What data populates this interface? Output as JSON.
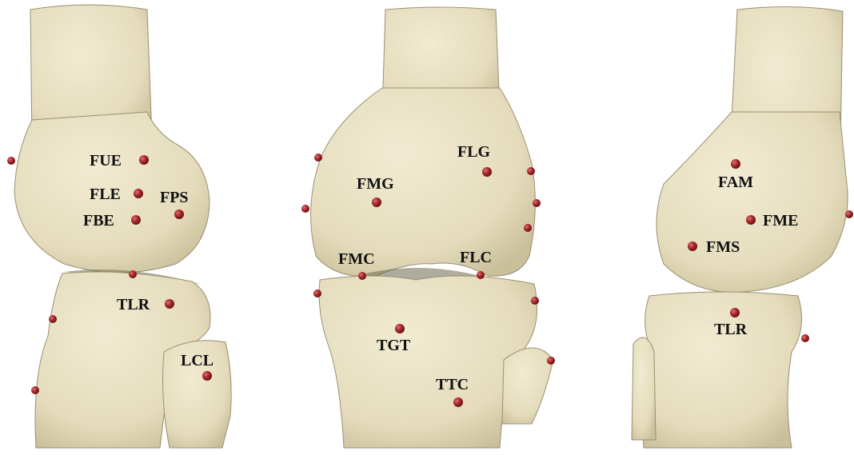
{
  "colors": {
    "bone": "#e9e2c6",
    "bone_shadow": "#c8bf9c",
    "bone_outline": "#8a8165",
    "landmark": "#a3262a",
    "landmark_highlight": "#e07070",
    "text": "#111111"
  },
  "views": {
    "left": {
      "landmarks": [
        "FUE",
        "FLE",
        "FPS",
        "FBE",
        "TLR",
        "LCL"
      ]
    },
    "middle": {
      "landmarks": [
        "FLG",
        "FMG",
        "FMC",
        "FLC",
        "TGT",
        "TTC"
      ]
    },
    "right": {
      "landmarks": [
        "FAM",
        "FME",
        "FMS",
        "TLR"
      ]
    }
  }
}
